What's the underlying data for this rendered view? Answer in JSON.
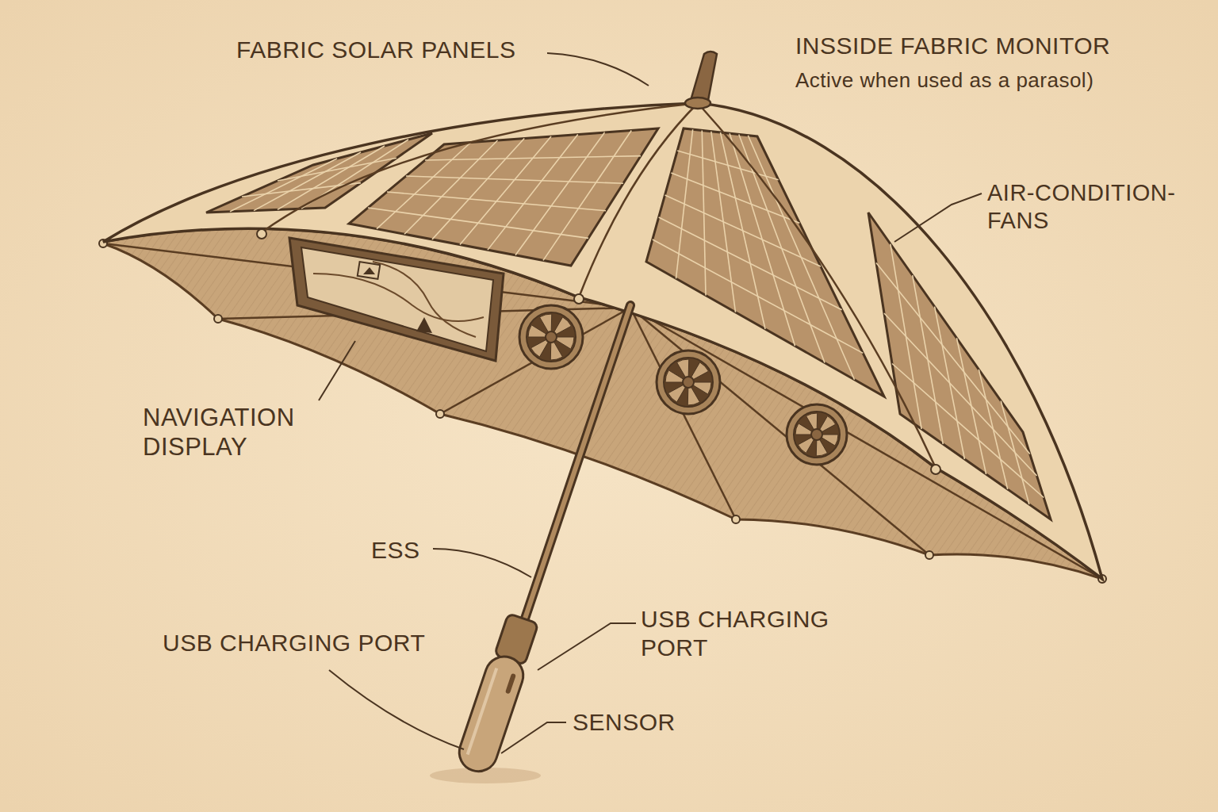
{
  "diagram": {
    "labels": [
      "FABRIC SOLAR PANELS",
      "INSSIDE FABRIC MONITOR",
      "Active when used as a parasol)",
      "AIR-CONDITION- FANS",
      "NAVIGATION DISPLAY",
      "ESS",
      "USB CHARGING PORT",
      "USB CHARGING PORT",
      "SENSOR"
    ]
  }
}
